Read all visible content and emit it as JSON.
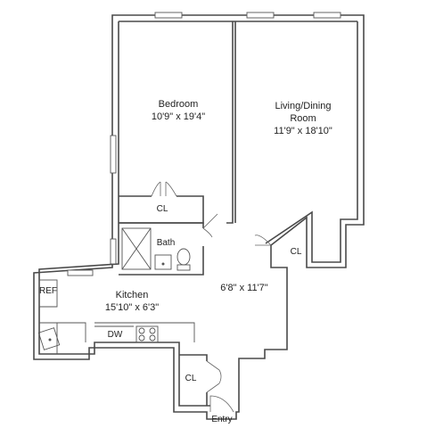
{
  "rooms": {
    "bedroom": {
      "name": "Bedroom",
      "dims": "10'9\" x 19'4\""
    },
    "living": {
      "name_line1": "Living/Dining",
      "name_line2": "Room",
      "dims": "11'9\" x 18'10\""
    },
    "kitchen": {
      "name": "Kitchen",
      "dims": "15'10\" x 6'3\""
    },
    "hall": {
      "dims": "6'8\" x 11'7\""
    },
    "bath": {
      "name": "Bath"
    },
    "closet_bedroom": {
      "name": "CL"
    },
    "closet_right": {
      "name": "CL"
    },
    "closet_entry": {
      "name": "CL"
    }
  },
  "fixtures": {
    "refrigerator": "REF",
    "dishwasher": "DW"
  },
  "entry": {
    "label": "Entry"
  }
}
